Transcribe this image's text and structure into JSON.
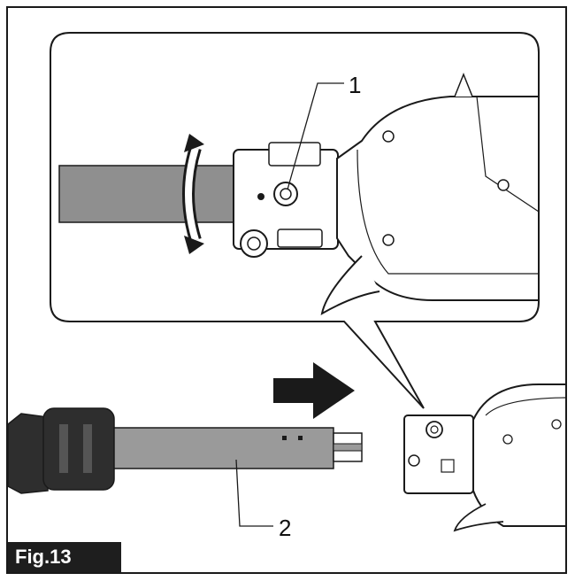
{
  "figure": {
    "label": "Fig.13",
    "callouts": [
      {
        "id": "1",
        "text": "1"
      },
      {
        "id": "2",
        "text": "2"
      }
    ]
  },
  "colors": {
    "line": "#1a1a1a",
    "shaft_fill": "#8f8f8f",
    "tube_fill": "#9a9a9a",
    "dark_fill": "#2e2e2e",
    "body_fill": "#ffffff"
  },
  "icons": [
    "rotate-arrow-icon",
    "push-arrow-icon"
  ]
}
